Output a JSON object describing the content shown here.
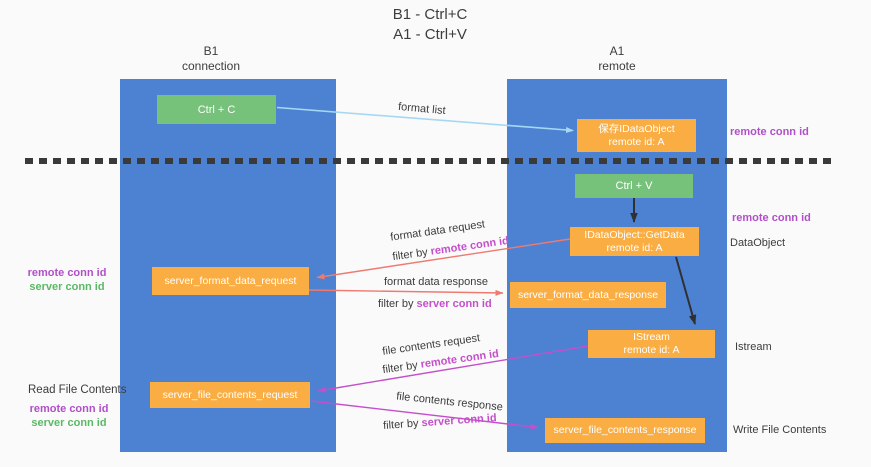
{
  "title": {
    "line1": "B1 - Ctrl+C",
    "line2": "A1 - Ctrl+V"
  },
  "columns": {
    "left": {
      "title": "B1",
      "subtitle": "connection"
    },
    "right": {
      "title": "A1",
      "subtitle": "remote"
    }
  },
  "nodes": {
    "ctrl_c": {
      "label": "Ctrl + C"
    },
    "save_idataobject": {
      "line1": "保存IDataObject",
      "line2": "remote id: A"
    },
    "ctrl_v": {
      "label": "Ctrl + V"
    },
    "getdata": {
      "line1": "IDataObject::GetData",
      "line2": "remote id: A"
    },
    "format_request": {
      "label": "server_format_data_request"
    },
    "format_response": {
      "label": "server_format_data_response"
    },
    "istream": {
      "line1": "IStream",
      "line2": "remote id: A"
    },
    "file_request": {
      "label": "server_file_contents_request"
    },
    "file_response": {
      "label": "server_file_contents_response"
    }
  },
  "arrows": {
    "format_list": {
      "label": "format list"
    },
    "format_data_request": {
      "label": "format data request",
      "filter_prefix": "filter by ",
      "filter_key": "remote conn id"
    },
    "format_data_response": {
      "label": "format data response",
      "filter_prefix": "filter by ",
      "filter_key": "server conn id"
    },
    "file_contents_request": {
      "label": "file contents request",
      "filter_prefix": "filter by ",
      "filter_key": "remote conn id"
    },
    "file_contents_response": {
      "label": "file contents response",
      "filter_prefix": "filter by ",
      "filter_key": "server conn id"
    }
  },
  "annotations": {
    "remote_conn_id_right_top": "remote conn id",
    "remote_conn_id_right_mid": "remote conn id",
    "dataobject": "DataObject",
    "istream": "Istream",
    "write_file_contents": "Write File Contents",
    "read_file_contents": "Read File Contents",
    "left_top": {
      "remote": "remote conn id",
      "server": "server conn id"
    },
    "left_bottom": {
      "remote": "remote conn id",
      "server": "server conn id"
    }
  },
  "colors": {
    "background": "#fafafa",
    "column_blue": "#4d82d2",
    "box_orange": "#f9ad42",
    "box_green": "#77c27b",
    "arrow_lightblue": "#a5d8f3",
    "arrow_red": "#ee7a70",
    "arrow_magenta": "#c44fcb",
    "arrow_black": "#303030",
    "text_purple": "#b14fc9",
    "text_green": "#5ab965"
  }
}
